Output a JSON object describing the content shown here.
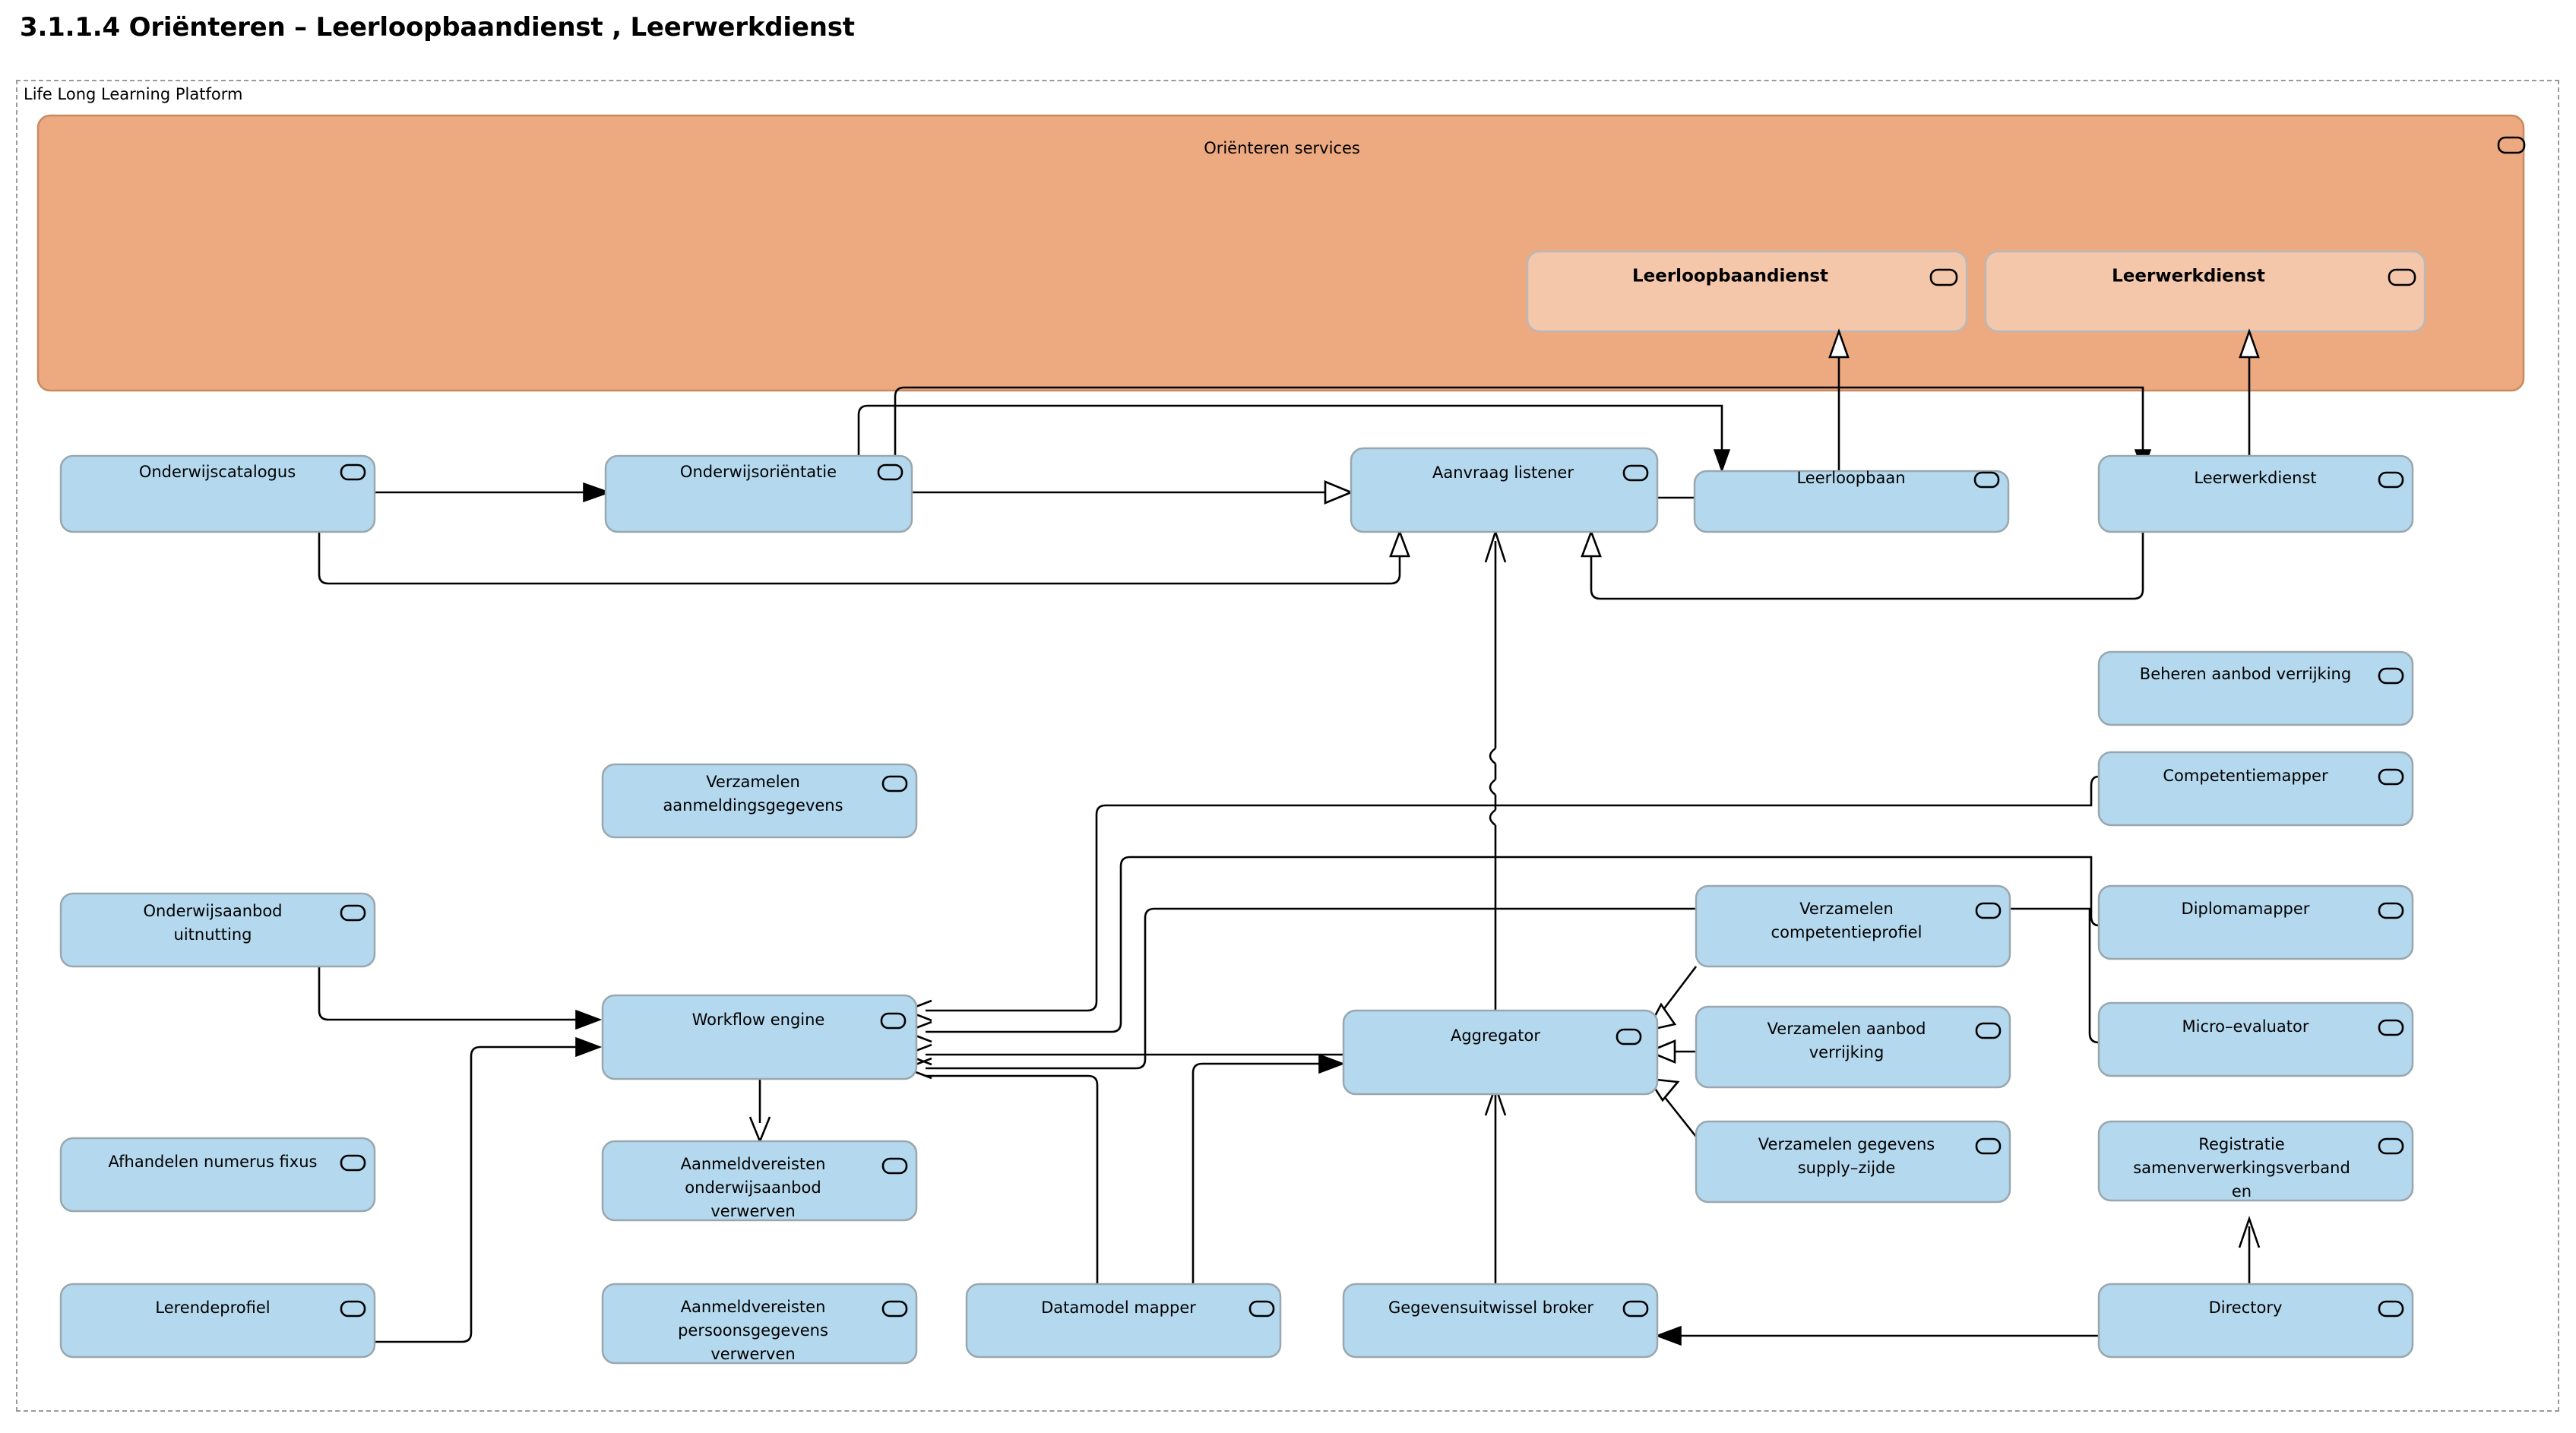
{
  "page": {
    "title": "3.1.1.4 Oriënteren – Leerloopbaandienst , Leerwerkdienst",
    "frame_label": "Life Long Learning Platform"
  },
  "colors": {
    "application_component_fill": "#b4d8ee",
    "application_component_stroke": "#9aa7ae",
    "service_group_fill": "#eda97f",
    "service_fill": "#f4c7ab",
    "frame_stroke": "#9a9a9a",
    "edge_stroke": "#000000"
  },
  "service_group": {
    "title": "Oriënteren services",
    "icon": "component-icon",
    "services": [
      {
        "label": "Leerloopbaandienst",
        "icon": "component-icon"
      },
      {
        "label": "Leerwerkdienst",
        "icon": "component-icon"
      }
    ]
  },
  "components": [
    {
      "id": "onderwijscatalogus",
      "label": "Onderwijscatalogus",
      "icon": "component-icon"
    },
    {
      "id": "onderwijsorientatie",
      "label": "Onderwijsoriëntatie",
      "icon": "component-icon"
    },
    {
      "id": "aanvraag-listener",
      "label": "Aanvraag listener",
      "icon": "component-icon"
    },
    {
      "id": "leerloopbaan",
      "label": "Leerloopbaan",
      "icon": "component-icon"
    },
    {
      "id": "leerwerkdienst",
      "label": "Leerwerkdienst",
      "icon": "component-icon"
    },
    {
      "id": "beheren-aanbod-verrijking",
      "label": "Beheren aanbod verrijking",
      "icon": "component-icon"
    },
    {
      "id": "verzamelen-aanmeldingsgegevens",
      "label": "Verzamelen aanmeldingsgegevens",
      "icon": "component-icon"
    },
    {
      "id": "competentiemapper",
      "label": "Competentiemapper",
      "icon": "component-icon"
    },
    {
      "id": "onderwijsaanbod-uitnutting",
      "label": "Onderwijsaanbod uitnutting",
      "icon": "component-icon"
    },
    {
      "id": "verzamelen-competentieprofiel",
      "label": "Verzamelen competentieprofiel",
      "icon": "component-icon"
    },
    {
      "id": "diplomamapper",
      "label": "Diplomamapper",
      "icon": "component-icon"
    },
    {
      "id": "workflow-engine",
      "label": "Workflow engine",
      "icon": "component-icon"
    },
    {
      "id": "aggregator",
      "label": "Aggregator",
      "icon": "component-icon"
    },
    {
      "id": "verzamelen-aanbod-verrijking",
      "label": "Verzamelen aanbod verrijking",
      "icon": "component-icon"
    },
    {
      "id": "micro-evaluator",
      "label": "Micro–evaluator",
      "icon": "component-icon"
    },
    {
      "id": "afhandelen-numerus-fixus",
      "label": "Afhandelen numerus fixus",
      "icon": "component-icon"
    },
    {
      "id": "aanmeldvereisten-onderwijsaanbod-verwerven",
      "label": "Aanmeldvereisten onderwijsaanbod verwerven",
      "icon": "component-icon"
    },
    {
      "id": "verzamelen-gegevens-supply-zijde",
      "label": "Verzamelen gegevens supply–zijde",
      "icon": "component-icon"
    },
    {
      "id": "registratie-samenverwerkingsverbanden",
      "label": "Registratie samenverwerkingsverbanden",
      "icon": "component-icon"
    },
    {
      "id": "lerendeprofiel",
      "label": "Lerendeprofiel",
      "icon": "component-icon"
    },
    {
      "id": "aanmeldvereisten-persoonsgegevens-verwerven",
      "label": "Aanmeldvereisten persoonsgegevens verwerven",
      "icon": "component-icon"
    },
    {
      "id": "datamodel-mapper",
      "label": "Datamodel mapper",
      "icon": "component-icon"
    },
    {
      "id": "gegevensuitwissel-broker",
      "label": "Gegevensuitwissel broker",
      "icon": "component-icon"
    },
    {
      "id": "directory",
      "label": "Directory",
      "icon": "component-icon"
    }
  ],
  "node_labels": {
    "onderwijscatalogus": [
      "Onderwijscatalogus"
    ],
    "onderwijsorientatie": [
      "Onderwijsoriëntatie"
    ],
    "aanvraag_listener": [
      "Aanvraag listener"
    ],
    "leerloopbaan": [
      "Leerloopbaan"
    ],
    "leerwerkdienst": [
      "Leerwerkdienst"
    ],
    "beheren_aanbod_verrijking": [
      "Beheren aanbod verrijking"
    ],
    "verzamelen_aanmeldingsgegevens": [
      "Verzamelen",
      "aanmeldingsgegevens"
    ],
    "competentiemapper": [
      "Competentiemapper"
    ],
    "onderwijsaanbod_uitnutting": [
      "Onderwijsaanbod",
      "uitnutting"
    ],
    "verzamelen_competentieprofiel": [
      "Verzamelen",
      "competentieprofiel"
    ],
    "diplomamapper": [
      "Diplomamapper"
    ],
    "workflow_engine": [
      "Workflow engine"
    ],
    "aggregator": [
      "Aggregator"
    ],
    "verzamelen_aanbod_verrijking": [
      "Verzamelen aanbod",
      "verrijking"
    ],
    "micro_evaluator": [
      "Micro–evaluator"
    ],
    "afhandelen_numerus_fixus": [
      "Afhandelen numerus fixus"
    ],
    "aanmeldvereisten_onderwijsaanbod": [
      "Aanmeldvereisten",
      "onderwijsaanbod",
      "verwerven"
    ],
    "verzamelen_gegevens_supply": [
      "Verzamelen gegevens",
      "supply–zijde"
    ],
    "registratie_samenverwerking": [
      "Registratie",
      "samenverwerkingsverband",
      "en"
    ],
    "lerendeprofiel": [
      "Lerendeprofiel"
    ],
    "aanmeldvereisten_persoonsgegevens": [
      "Aanmeldvereisten",
      "persoonsgegevens",
      "verwerven"
    ],
    "datamodel_mapper": [
      "Datamodel mapper"
    ],
    "gegevensuitwissel_broker": [
      "Gegevensuitwissel broker"
    ],
    "directory": [
      "Directory"
    ],
    "service_group_title": [
      "Oriënteren services"
    ],
    "leerloopbaandienst": [
      "Leerloopbaandienst"
    ],
    "leerwerkdienst_service": [
      "Leerwerkdienst"
    ]
  }
}
